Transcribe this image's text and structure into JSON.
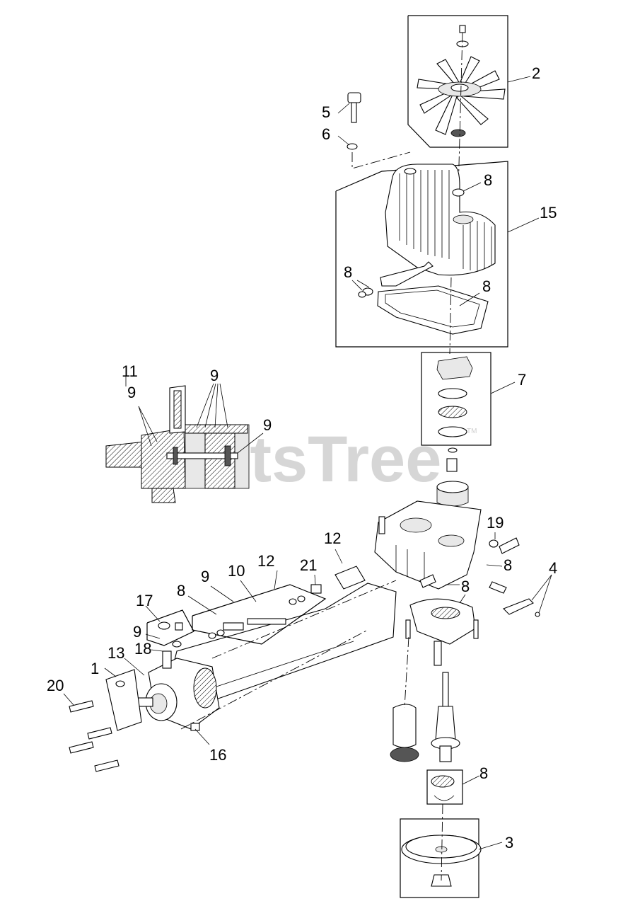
{
  "watermark": {
    "text": "PartsTree",
    "mark": "TM"
  },
  "callouts": {
    "c1": "1",
    "c2": "2",
    "c3": "3",
    "c4": "4",
    "c5": "5",
    "c6": "6",
    "c7": "7",
    "c8a": "8",
    "c8b": "8",
    "c8c": "8",
    "c8d": "8",
    "c8e": "8",
    "c8f": "8",
    "c8g": "8",
    "c9a": "9",
    "c9b": "9",
    "c9c": "9",
    "c9d": "9",
    "c9e": "9",
    "c10": "10",
    "c11": "11",
    "c12a": "12",
    "c12b": "12",
    "c13": "13",
    "c15": "15",
    "c16": "16",
    "c17": "17",
    "c18": "18",
    "c19": "19",
    "c20": "20",
    "c21": "21"
  }
}
